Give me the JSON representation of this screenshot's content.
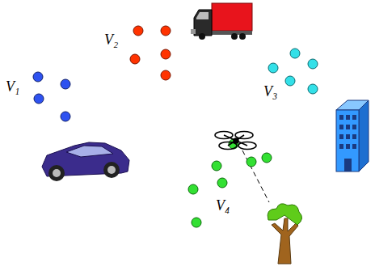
{
  "diagram": {
    "labels": [
      "V₁",
      "V₂",
      "V₃",
      "V₄"
    ]
  }
}
